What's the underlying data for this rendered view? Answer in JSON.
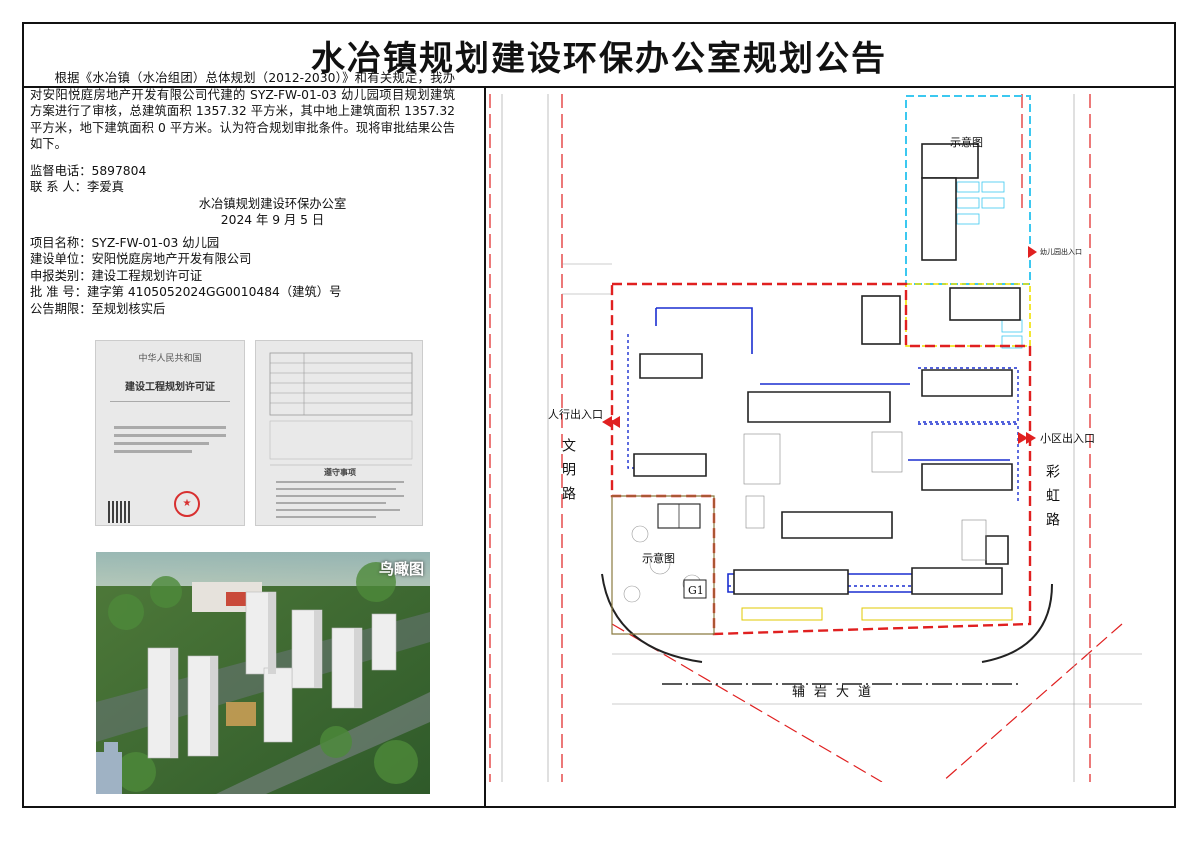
{
  "title": "水冶镇规划建设环保办公室规划公告",
  "intro": "根据《水冶镇（水冶组团）总体规划（2012-2030）》和有关规定，我办对安阳悦庭房地产开发有限公司代建的 SYZ-FW-01-03 幼儿园项目规划建筑方案进行了审核，总建筑面积 1357.32 平方米，其中地上建筑面积 1357.32 平方米，地下建筑面积 0 平方米。认为符合规划审批条件。现将审批结果公告如下。",
  "contact": {
    "phone_label": "监督电话：",
    "phone": "5897804",
    "person_label": "联 系 人：",
    "person": "李爱真"
  },
  "signature": {
    "office": "水冶镇规划建设环保办公室",
    "date": "2024 年 9 月 5 日"
  },
  "project": {
    "name_label": "项目名称：",
    "name": "SYZ-FW-01-03 幼儿园",
    "unit_label": "建设单位：",
    "unit": "安阳悦庭房地产开发有限公司",
    "type_label": "申报类别：",
    "type": "建设工程规划许可证",
    "approval_label": "批 准 号：",
    "approval": "建字第 4105052024GG0010484（建筑）号",
    "period_label": "公告期限：",
    "period": "至规划核实后"
  },
  "certificate": {
    "country": "中华人民共和国",
    "name": "建设工程规划许可证",
    "notes_title": "遵守事项"
  },
  "aerial": {
    "label": "鸟瞰图"
  },
  "plan": {
    "inset_label": "示意图",
    "inset_label_2": "示意图",
    "plot_code": "G1",
    "road_west": "文明路",
    "road_east": "彩虹路",
    "road_south": "辅岩大道",
    "entry_west": "人行出入口",
    "entry_east": "小区出入口",
    "entry_north": "幼儿园出入口"
  },
  "colors": {
    "red": "#e02020",
    "blue": "#1a2fd0",
    "cyan": "#3cc8f0",
    "yellow": "#f0e000",
    "green": "#6aa84f"
  }
}
